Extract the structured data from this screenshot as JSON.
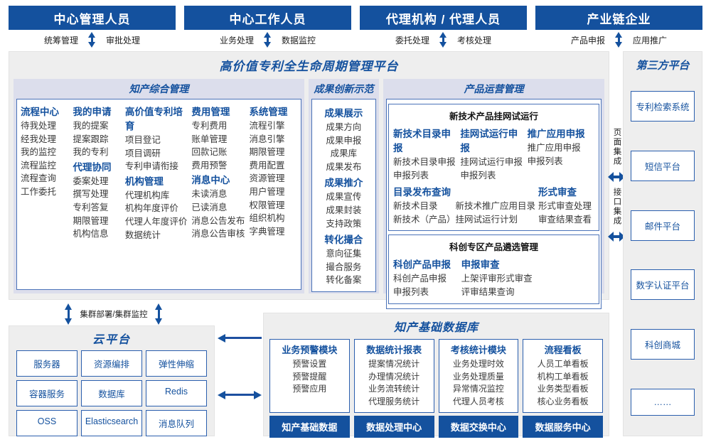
{
  "actors": [
    {
      "title": "中心管理人员",
      "left_label": "统筹管理",
      "right_label": "审批处理",
      "arrow": "double-vertical-arrow-icon"
    },
    {
      "title": "中心工作人员",
      "left_label": "业务处理",
      "right_label": "数据监控",
      "arrow": "double-vertical-arrow-icon"
    },
    {
      "title": "代理机构 / 代理人员",
      "left_label": "委托处理",
      "right_label": "考核处理",
      "arrow": "double-vertical-arrow-icon"
    },
    {
      "title": "产业链企业",
      "left_label": "产品申报",
      "right_label": "应用推广",
      "arrow": "double-vertical-arrow-icon"
    }
  ],
  "platform": {
    "title": "高价值专利全生命周期管理平台",
    "columns": {
      "ip_management": {
        "title": "知产综合管理",
        "menus": [
          {
            "group": "流程中心",
            "items": [
              "待我处理",
              "经我处理",
              "我的监控",
              "流程监控",
              "流程查询",
              "工作委托"
            ]
          },
          {
            "group": "我的申请",
            "items": [
              "我的提案",
              "提案跟踪",
              "我的专利"
            ]
          },
          {
            "group": "代理协同",
            "items": [
              "委案处理",
              "撰写处理",
              "专利答复",
              "期限管理",
              "机构信息"
            ]
          },
          {
            "group": "高价值专利培育",
            "items": [
              "项目登记",
              "项目调研",
              "专利申请衔接"
            ]
          },
          {
            "group": "机构管理",
            "items": [
              "代理机构库",
              "机构年度评价",
              "代理人年度评价",
              "数据统计"
            ]
          },
          {
            "group": "费用管理",
            "items": [
              "专利费用",
              "账单管理",
              "回款记账",
              "费用预警"
            ]
          },
          {
            "group": "消息中心",
            "items": [
              "未读消息",
              "已读消息",
              "消息公告发布",
              "消息公告审核"
            ]
          },
          {
            "group": "系统管理",
            "items": [
              "流程引擎",
              "消息引擎",
              "期限管理",
              "费用配置",
              "资源管理",
              "用户管理",
              "权限管理",
              "组织机构",
              "字典管理"
            ]
          }
        ]
      },
      "achievement": {
        "title": "成果创新示范",
        "menus": [
          {
            "group": "成果展示",
            "items": [
              "成果方向",
              "成果申报",
              "成果库",
              "成果发布"
            ]
          },
          {
            "group": "成果推介",
            "items": [
              "成果宣传",
              "成果封装",
              "支持政策"
            ]
          },
          {
            "group": "转化撮合",
            "items": [
              "意向征集",
              "撮合服务",
              "转化备案"
            ]
          }
        ]
      },
      "product_ops": {
        "title": "产品运营管理",
        "boxes": [
          {
            "title": "新技术产品挂网试运行",
            "groups_row1": [
              {
                "group": "新技术目录申报",
                "items": [
                  "新技术目录申报",
                  "申报列表"
                ]
              },
              {
                "group": "挂网试运行申报",
                "items": [
                  "挂网试运行申报",
                  "申报列表"
                ]
              },
              {
                "group": "推广应用申报",
                "items": [
                  "推广应用申报",
                  "申报列表"
                ]
              }
            ],
            "groups_row2": [
              {
                "group": "目录发布查询",
                "items": [
                  "新技术目录　　新技术推广应用目录",
                  "新技术（产品）挂网试运行计划"
                ]
              },
              {
                "group": "形式审查",
                "items": [
                  "形式审查处理",
                  "审查结果查看"
                ]
              }
            ]
          },
          {
            "title": "科创专区产品遴选管理",
            "groups_row1": [
              {
                "group": "科创产品申报",
                "items": [
                  "科创产品申报",
                  "申报列表"
                ]
              },
              {
                "group": "申报审查",
                "items": [
                  "上架评审形式审查",
                  "评审结果查询"
                ]
              }
            ]
          }
        ]
      }
    }
  },
  "integration": {
    "page_label": "页面集成",
    "api_label": "接口集成",
    "arrow": "double-horizontal-arrow-icon"
  },
  "third_party": {
    "title": "第三方平台",
    "items": [
      "专利检索系统",
      "短信平台",
      "邮件平台",
      "数字认证平台",
      "科创商城",
      "……"
    ]
  },
  "cluster": {
    "label": "集群部署/集群监控",
    "arrow": "double-vertical-arrow-icon"
  },
  "cloud": {
    "title": "云平台",
    "items": [
      "服务器",
      "资源编排",
      "弹性伸缩",
      "容器服务",
      "数据库",
      "Redis",
      "OSS",
      "Elasticsearch",
      "消息队列"
    ]
  },
  "database": {
    "title": "知产基础数据库",
    "columns": [
      {
        "title": "业务预警模块",
        "items": [
          "预警设置",
          "预警提醒",
          "预警应用"
        ],
        "footer": "知产基础数据"
      },
      {
        "title": "数据统计报表",
        "items": [
          "提案情况统计",
          "办理情况统计",
          "业务流转统计",
          "代理服务统计"
        ],
        "footer": "数据处理中心"
      },
      {
        "title": "考核统计模块",
        "items": [
          "业务处理时效",
          "业务处理质量",
          "异常情况监控",
          "代理人员考核"
        ],
        "footer": "数据交换中心"
      },
      {
        "title": "流程看板",
        "items": [
          "人员工单看板",
          "机构工单看板",
          "业务类型看板",
          "核心业务看板"
        ],
        "footer": "数据服务中心"
      }
    ]
  },
  "connectors": {
    "cloud_to_db_arrow": "left-arrow-icon",
    "cloud_db_bidir_arrow": "double-horizontal-arrow-icon"
  },
  "colors": {
    "brand_blue": "#14519e",
    "panel_bg": "#eeeeee",
    "band_bg": "#dcdeec",
    "border_blue": "#2b5fae"
  }
}
